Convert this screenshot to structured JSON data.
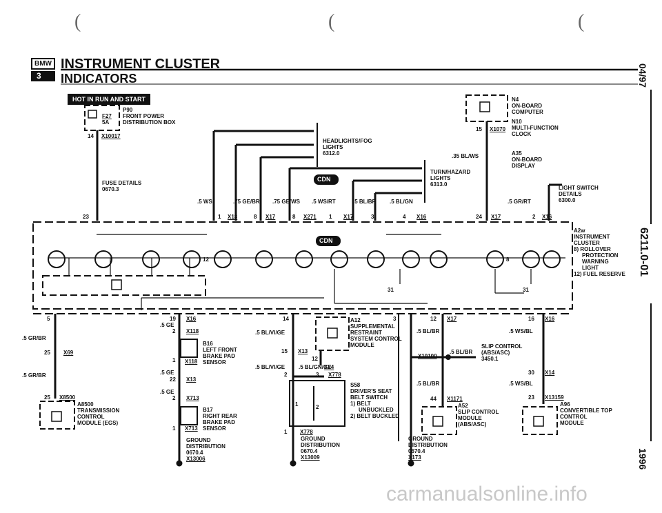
{
  "header": {
    "brand": "BMW",
    "series": "3",
    "title": "INSTRUMENT CLUSTER",
    "subtitle": "INDICATORS"
  },
  "side": {
    "date": "04/97",
    "doc": "6211.0-01",
    "year": "1996"
  },
  "marks": [
    "(",
    "(",
    "("
  ],
  "badge": "HOT IN RUN AND START",
  "top": {
    "f27": [
      "F27",
      "5A"
    ],
    "p90": [
      "P90",
      "FRONT POWER",
      "DISTRIBUTION BOX"
    ],
    "x10017": "X10017",
    "pin14": "14",
    "fuse_details": [
      "FUSE DETAILS",
      "0670.3"
    ],
    "headlights": [
      "HEADLIGHTS/FOG",
      "LIGHTS",
      "6312.0"
    ],
    "turn": [
      "TURN/HAZARD",
      "LIGHTS",
      "6313.0"
    ],
    "n4": [
      "N4",
      "ON-BOARD",
      "COMPUTER"
    ],
    "n10": [
      "N10",
      "MULTI-FUNCTION",
      "CLOCK"
    ],
    "a35": [
      "A35",
      "ON-BOARD",
      "DISPLAY"
    ],
    "pin15": "15",
    "x1070": "X1070",
    "light_switch": [
      "LIGHT SWITCH",
      "DETAILS",
      "6300.0"
    ],
    "wire_bl_ws": ".35 BL/WS"
  },
  "wires": [
    ".5 WS",
    ".75 GE/BR",
    ".75 GE/WS",
    ".5 WS/RT",
    ".5 BL/BR",
    ".5 BL/GN",
    ".5 GR/RT"
  ],
  "row_pins": [
    {
      "n": "23",
      "x": ""
    },
    {
      "n": "1",
      "x": "X18"
    },
    {
      "n": "8",
      "x": "X17"
    },
    {
      "n": "8",
      "x": "X271"
    },
    {
      "n": "1",
      "x": "X17"
    },
    {
      "n": "3",
      "x": ""
    },
    {
      "n": "4",
      "x": "X16"
    },
    {
      "n": "24",
      "x": "X17"
    },
    {
      "n": "2",
      "x": "X16"
    }
  ],
  "cluster": {
    "a2w": "A2w",
    "label": [
      "INSTRUMENT",
      "CLUSTER",
      "8) ROLLOVER",
      "PROTECTION",
      "WARNING",
      "LIGHT",
      "12) FUEL RESERVE"
    ],
    "pin12": "12",
    "pin8": "8",
    "pin31a": "31",
    "pin31b": "31",
    "cdn": "CDN"
  },
  "left": {
    "pin5": "5",
    ".5grbr1": ".5 GR/BR",
    "pin25": "25",
    "x69": "X69",
    ".5grbr2": ".5 GR/BR",
    "pin25b": "25",
    "x8500": "X8500",
    "a8500": [
      "A8500",
      "TRANSMISSION",
      "CONTROL",
      "MODULE (EGS)"
    ]
  },
  "brake": {
    "p19": "19",
    ".5ge1": ".5 GE",
    "x16": "X16",
    "p2": "2",
    "x118a": "X118",
    "p1": "1",
    "x118b": "X118",
    "b16": [
      "B16",
      "LEFT FRONT",
      "BRAKE PAD",
      "SENSOR"
    ],
    ".5ge2": ".5 GE",
    "p22": "22",
    "x13": "X13",
    ".5ge3": ".5 GE",
    "p2b": "2",
    "x713a": "X713",
    "p1b": "1",
    "x713b": "X713",
    "b17": [
      "B17",
      "RIGHT REAR",
      "BRAKE PAD",
      "SENSOR"
    ],
    "ground": [
      "GROUND",
      "DISTRIBUTION",
      "0670.4",
      "X13006"
    ]
  },
  "srs": {
    "p14": "14",
    ".5blvige": ".5 BL/VI/GE",
    "p15": "15",
    "x13": "X13",
    "a12": [
      "A12",
      "SUPPLEMENTAL",
      "RESTRAINT",
      "SYSTEM CONTROL",
      "MODULE"
    ],
    "p3": "3",
    "p12": "12",
    "x74": "X74",
    ".5blvige2": ".5 BL/VI/GE",
    ".5blgnge": ".5 BL/GN/GE",
    "p2": "2",
    "p3b": "3",
    "x778a": "X778",
    "s58": [
      "S58",
      "DRIVER'S SEAT",
      "BELT SWITCH",
      "1)  BELT",
      "UNBUCKLED",
      "2)  BELT BUCKLED"
    ],
    "sw1": "1",
    "sw2": "2",
    "p1": "1",
    "x778b": "X778",
    "ground": [
      "GROUND",
      "DISTRIBUTION",
      "0670.4",
      "X13009"
    ]
  },
  "slip": {
    "p12": "12",
    "x17": "X17",
    ".5blbr": ".5 BL/BR",
    "x10100": "X10100",
    ".5blbr2": ".5 BL/BR",
    "label": [
      "SLIP CONTROL",
      "(ABS/ASC)",
      "3450.1"
    ],
    ".5blbr3": ".5 BL/BR",
    "p44": "44",
    "x1171": "X1171",
    "a52": [
      "A52",
      "SLIP CONTROL",
      "MODULE",
      "(ABS/ASC)"
    ],
    "ground": [
      "GROUND",
      "DISTRIBUTION",
      "0670.4",
      "X173"
    ]
  },
  "conv": {
    "p16": "16",
    "x16": "X16",
    ".5wsbl": ".5 WS/BL",
    "p30": "30",
    "x14": "X14",
    ".5wsbl2": ".5 WS/BL",
    "p23": "23",
    "x13159": "X13159",
    "a96": [
      "A96",
      "CONVERTIBLE TOP",
      "CONTROL",
      "MODULE"
    ]
  },
  "watermark": "carmanualsonline.info"
}
